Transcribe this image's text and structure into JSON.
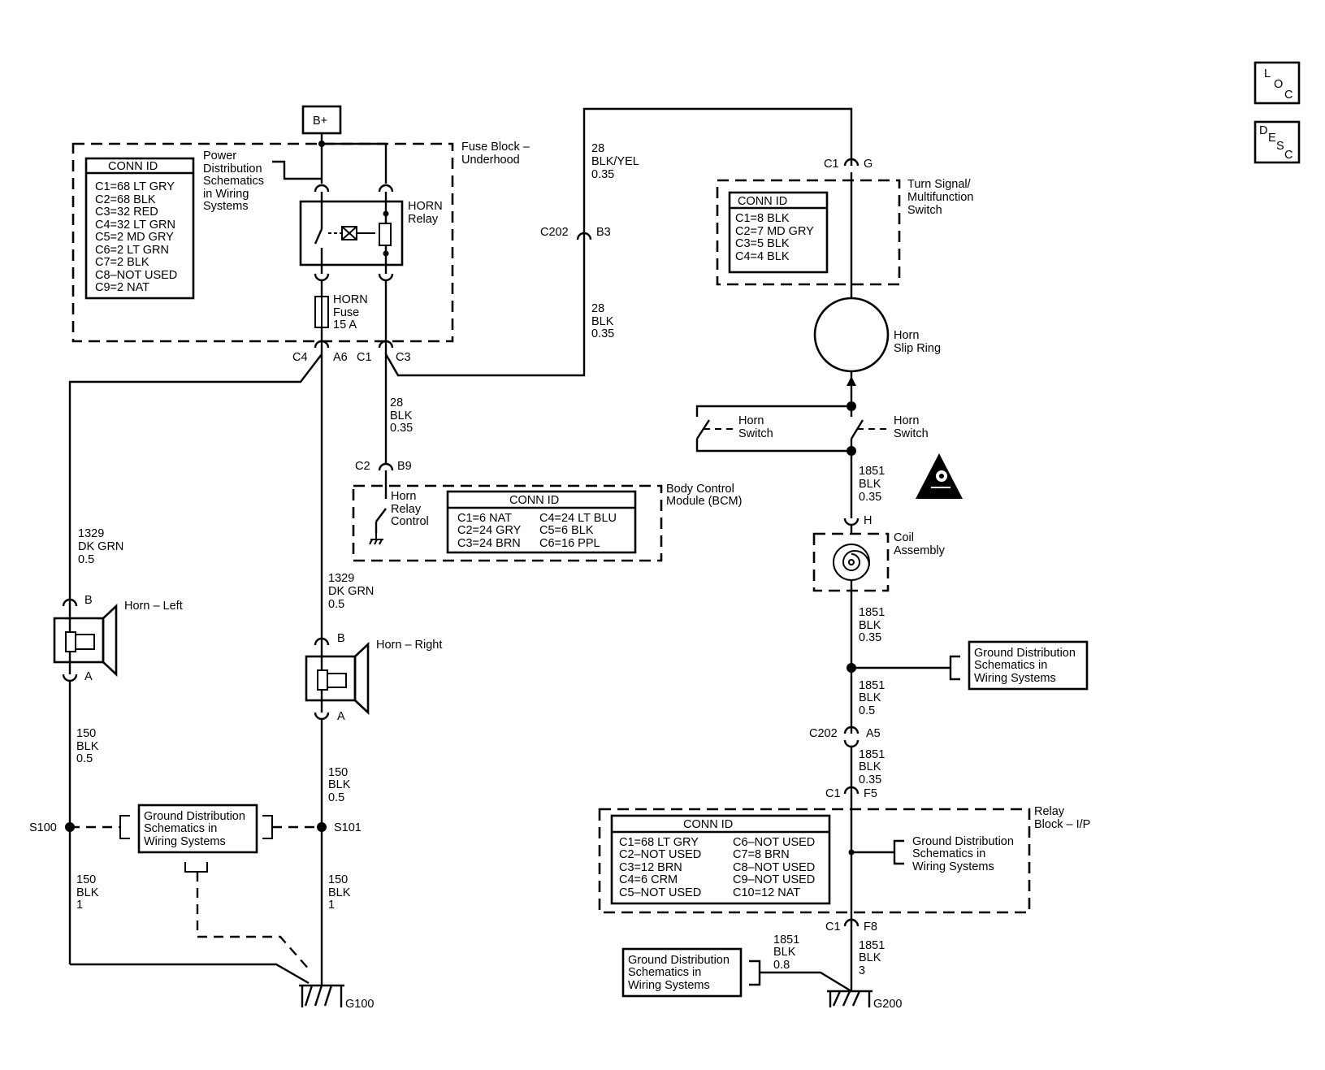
{
  "nav_buttons": {
    "loc": [
      "L",
      "O",
      "C"
    ],
    "desc": [
      "D",
      "E",
      "S",
      "C"
    ]
  },
  "power": {
    "b_plus": "B+"
  },
  "fuse_block": {
    "title": [
      "Fuse Block –",
      "Underhood"
    ],
    "conn_title": "CONN ID",
    "conn": [
      "C1=68 LT GRY",
      "C2=68 BLK",
      "C3=32 RED",
      "C4=32 LT GRN",
      "C5=2 MD GRY",
      "C6=2 LT GRN",
      "C7=2 BLK",
      "C8–NOT USED",
      "C9=2 NAT"
    ],
    "power_dist": [
      "Power",
      "Distribution",
      "Schematics",
      "in Wiring",
      "Systems"
    ],
    "relay": [
      "HORN",
      "Relay"
    ],
    "fuse": [
      "HORN",
      "Fuse",
      "15 A"
    ],
    "pins": {
      "c4": "C4",
      "a6": "A6",
      "c1": "C1",
      "c3": "C3"
    }
  },
  "bcm": {
    "title": [
      "Body Control",
      "Module (BCM)"
    ],
    "conn_title": "CONN ID",
    "conn_left": [
      "C1=6 NAT",
      "C2=24 GRY",
      "C3=24 BRN"
    ],
    "conn_right": [
      "C4=24 LT BLU",
      "C5=6 BLK",
      "C6=16 PPL"
    ],
    "control": [
      "Horn",
      "Relay",
      "Control"
    ],
    "pin_c": "C2",
    "pin": "B9"
  },
  "wires": {
    "w_28_blk_c3": [
      "28",
      "BLK",
      "0.35"
    ],
    "w_28_blkyel": [
      "28",
      "BLK/YEL",
      "0.35"
    ],
    "w_28_blk_top": [
      "28",
      "BLK",
      "0.35"
    ],
    "w_1329_left": [
      "1329",
      "DK GRN",
      "0.5"
    ],
    "w_1329_right": [
      "1329",
      "DK GRN",
      "0.5"
    ],
    "w_150_left_a": [
      "150",
      "BLK",
      "0.5"
    ],
    "w_150_right_a": [
      "150",
      "BLK",
      "0.5"
    ],
    "w_150_left_b": [
      "150",
      "BLK",
      "1"
    ],
    "w_150_right_b": [
      "150",
      "BLK",
      "1"
    ],
    "w_1851_a": [
      "1851",
      "BLK",
      "0.35"
    ],
    "w_1851_b": [
      "1851",
      "BLK",
      "0.35"
    ],
    "w_1851_c": [
      "1851",
      "BLK",
      "0.5"
    ],
    "w_1851_d": [
      "1851",
      "BLK",
      "0.35"
    ],
    "w_1851_e": [
      "1851",
      "BLK",
      "0.8"
    ],
    "w_1851_f": [
      "1851",
      "BLK",
      "3"
    ]
  },
  "c202_b3": {
    "c": "C202",
    "pin": "B3"
  },
  "turn_signal": {
    "title": [
      "Turn Signal/",
      "Multifunction",
      "Switch"
    ],
    "conn_title": "CONN ID",
    "conn": [
      "C1=8 BLK",
      "C2=7 MD GRY",
      "C3=5 BLK",
      "C4=4 BLK"
    ],
    "pin_c": "C1",
    "pin": "G"
  },
  "slip_ring": [
    "Horn",
    "Slip Ring"
  ],
  "horn_switch_left": [
    "Horn",
    "Switch"
  ],
  "horn_switch_right": [
    "Horn",
    "Switch"
  ],
  "coil": {
    "title": [
      "Coil",
      "Assembly"
    ],
    "pin": "H"
  },
  "ground_dist": {
    "right": [
      "Ground Distribution",
      "Schematics in",
      "Wiring Systems"
    ],
    "center": [
      "Ground Distribution",
      "Schematics in",
      "Wiring Systems"
    ],
    "relay": [
      "Ground Distribution",
      "Schematics in",
      "Wiring Systems"
    ],
    "bottom": [
      "Ground Distribution",
      "Schematics in",
      "Wiring Systems"
    ]
  },
  "c202_a5": {
    "c": "C202",
    "pin": "A5"
  },
  "relay_block": {
    "title": [
      "Relay",
      "Block – I/P"
    ],
    "conn_title": "CONN ID",
    "conn_left": [
      "C1=68 LT GRY",
      "C2–NOT USED",
      "C3=12 BRN",
      "C4=6 CRM",
      "C5–NOT USED"
    ],
    "conn_right": [
      "C6–NOT USED",
      "C7=8 BRN",
      "C8–NOT USED",
      "C9–NOT USED",
      "C10=12 NAT"
    ],
    "pin_top_c": "C1",
    "pin_top": "F5",
    "pin_bot_c": "C1",
    "pin_bot": "F8"
  },
  "horn_left": {
    "title": "Horn – Left",
    "pin_b": "B",
    "pin_a": "A"
  },
  "horn_right": {
    "title": "Horn – Right",
    "pin_b": "B",
    "pin_a": "A"
  },
  "splices": {
    "s100": "S100",
    "s101": "S101"
  },
  "grounds": {
    "g100": "G100",
    "g200": "G200"
  }
}
